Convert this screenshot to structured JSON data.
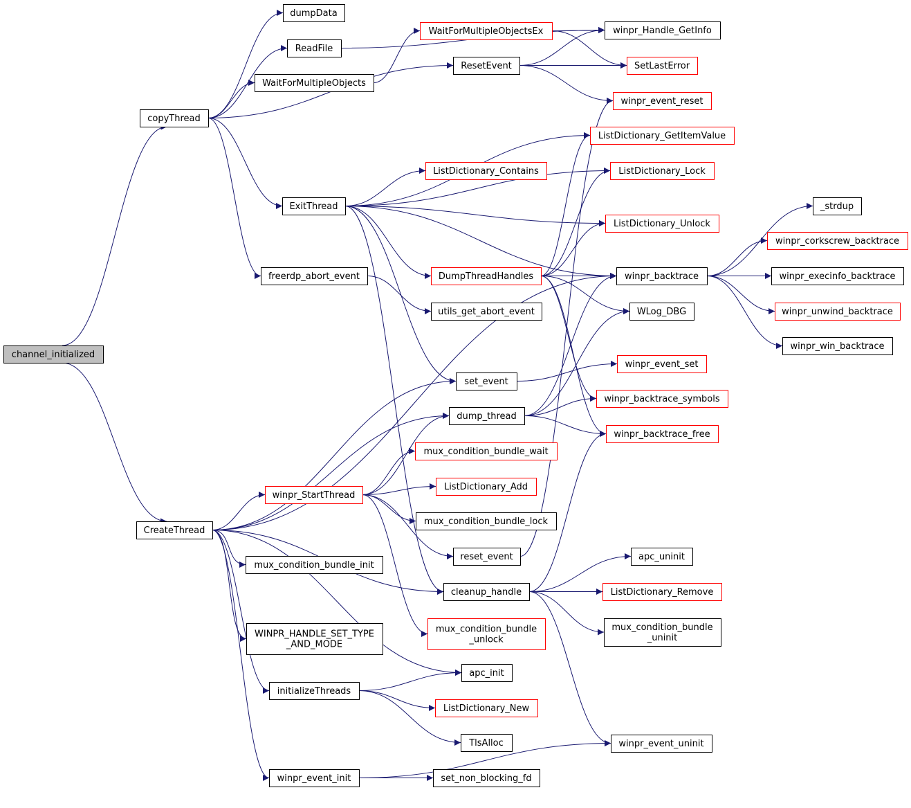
{
  "colors": {
    "edge": "#191970",
    "normal_border": "#000000",
    "truncated_border": "#ff0000",
    "root_fill": "#bfbfbf",
    "node_fill": "#ffffff"
  },
  "nodes": [
    {
      "id": "channel_initialized",
      "lines": [
        "channel_initialized"
      ],
      "kind": "root"
    },
    {
      "id": "copyThread",
      "lines": [
        "copyThread"
      ],
      "kind": "normal"
    },
    {
      "id": "CreateThread",
      "lines": [
        "CreateThread"
      ],
      "kind": "normal"
    },
    {
      "id": "dumpData",
      "lines": [
        "dumpData"
      ],
      "kind": "normal"
    },
    {
      "id": "ReadFile",
      "lines": [
        "ReadFile"
      ],
      "kind": "normal"
    },
    {
      "id": "WaitForMultipleObjects",
      "lines": [
        "WaitForMultipleObjects"
      ],
      "kind": "normal"
    },
    {
      "id": "ExitThread",
      "lines": [
        "ExitThread"
      ],
      "kind": "normal"
    },
    {
      "id": "freerdp_abort_event",
      "lines": [
        "freerdp_abort_event"
      ],
      "kind": "normal"
    },
    {
      "id": "winpr_StartThread",
      "lines": [
        "winpr_StartThread"
      ],
      "kind": "truncated"
    },
    {
      "id": "mux_condition_bundle_init",
      "lines": [
        "mux_condition_bundle_init"
      ],
      "kind": "normal"
    },
    {
      "id": "WINPR_HANDLE_SET_TYPE_AND_MODE",
      "lines": [
        "WINPR_HANDLE_SET_TYPE",
        "_AND_MODE"
      ],
      "kind": "normal"
    },
    {
      "id": "initializeThreads",
      "lines": [
        "initializeThreads"
      ],
      "kind": "normal"
    },
    {
      "id": "winpr_event_init",
      "lines": [
        "winpr_event_init"
      ],
      "kind": "normal"
    },
    {
      "id": "WaitForMultipleObjectsEx",
      "lines": [
        "WaitForMultipleObjectsEx"
      ],
      "kind": "truncated"
    },
    {
      "id": "ResetEvent",
      "lines": [
        "ResetEvent"
      ],
      "kind": "normal"
    },
    {
      "id": "ListDictionary_Contains",
      "lines": [
        "ListDictionary_Contains"
      ],
      "kind": "truncated"
    },
    {
      "id": "DumpThreadHandles",
      "lines": [
        "DumpThreadHandles"
      ],
      "kind": "truncated"
    },
    {
      "id": "utils_get_abort_event",
      "lines": [
        "utils_get_abort_event"
      ],
      "kind": "normal"
    },
    {
      "id": "set_event",
      "lines": [
        "set_event"
      ],
      "kind": "normal"
    },
    {
      "id": "dump_thread",
      "lines": [
        "dump_thread"
      ],
      "kind": "normal"
    },
    {
      "id": "mux_condition_bundle_wait",
      "lines": [
        "mux_condition_bundle_wait"
      ],
      "kind": "truncated"
    },
    {
      "id": "ListDictionary_Add",
      "lines": [
        "ListDictionary_Add"
      ],
      "kind": "truncated"
    },
    {
      "id": "mux_condition_bundle_lock",
      "lines": [
        "mux_condition_bundle_lock"
      ],
      "kind": "normal"
    },
    {
      "id": "reset_event",
      "lines": [
        "reset_event"
      ],
      "kind": "normal"
    },
    {
      "id": "cleanup_handle",
      "lines": [
        "cleanup_handle"
      ],
      "kind": "normal"
    },
    {
      "id": "mux_condition_bundle_unlock",
      "lines": [
        "mux_condition_bundle",
        "_unlock"
      ],
      "kind": "truncated"
    },
    {
      "id": "apc_init",
      "lines": [
        "apc_init"
      ],
      "kind": "normal"
    },
    {
      "id": "ListDictionary_New",
      "lines": [
        "ListDictionary_New"
      ],
      "kind": "truncated"
    },
    {
      "id": "TlsAlloc",
      "lines": [
        "TlsAlloc"
      ],
      "kind": "normal"
    },
    {
      "id": "set_non_blocking_fd",
      "lines": [
        "set_non_blocking_fd"
      ],
      "kind": "normal"
    },
    {
      "id": "winpr_Handle_GetInfo",
      "lines": [
        "winpr_Handle_GetInfo"
      ],
      "kind": "normal"
    },
    {
      "id": "SetLastError",
      "lines": [
        "SetLastError"
      ],
      "kind": "truncated"
    },
    {
      "id": "winpr_event_reset",
      "lines": [
        "winpr_event_reset"
      ],
      "kind": "truncated"
    },
    {
      "id": "ListDictionary_GetItemValue",
      "lines": [
        "ListDictionary_GetItemValue"
      ],
      "kind": "truncated"
    },
    {
      "id": "ListDictionary_Lock",
      "lines": [
        "ListDictionary_Lock"
      ],
      "kind": "truncated"
    },
    {
      "id": "ListDictionary_Unlock",
      "lines": [
        "ListDictionary_Unlock"
      ],
      "kind": "truncated"
    },
    {
      "id": "winpr_backtrace",
      "lines": [
        "winpr_backtrace"
      ],
      "kind": "normal"
    },
    {
      "id": "WLog_DBG",
      "lines": [
        "WLog_DBG"
      ],
      "kind": "normal"
    },
    {
      "id": "winpr_event_set",
      "lines": [
        "winpr_event_set"
      ],
      "kind": "truncated"
    },
    {
      "id": "winpr_backtrace_symbols",
      "lines": [
        "winpr_backtrace_symbols"
      ],
      "kind": "truncated"
    },
    {
      "id": "winpr_backtrace_free",
      "lines": [
        "winpr_backtrace_free"
      ],
      "kind": "truncated"
    },
    {
      "id": "apc_uninit",
      "lines": [
        "apc_uninit"
      ],
      "kind": "normal"
    },
    {
      "id": "ListDictionary_Remove",
      "lines": [
        "ListDictionary_Remove"
      ],
      "kind": "truncated"
    },
    {
      "id": "mux_condition_bundle_uninit",
      "lines": [
        "mux_condition_bundle",
        "_uninit"
      ],
      "kind": "normal"
    },
    {
      "id": "winpr_event_uninit",
      "lines": [
        "winpr_event_uninit"
      ],
      "kind": "normal"
    },
    {
      "id": "_strdup",
      "lines": [
        "_strdup"
      ],
      "kind": "normal"
    },
    {
      "id": "winpr_corkscrew_backtrace",
      "lines": [
        "winpr_corkscrew_backtrace"
      ],
      "kind": "truncated"
    },
    {
      "id": "winpr_execinfo_backtrace",
      "lines": [
        "winpr_execinfo_backtrace"
      ],
      "kind": "normal"
    },
    {
      "id": "winpr_unwind_backtrace",
      "lines": [
        "winpr_unwind_backtrace"
      ],
      "kind": "truncated"
    },
    {
      "id": "winpr_win_backtrace",
      "lines": [
        "winpr_win_backtrace"
      ],
      "kind": "normal"
    }
  ],
  "edges": [
    [
      "channel_initialized",
      "copyThread"
    ],
    [
      "channel_initialized",
      "CreateThread"
    ],
    [
      "copyThread",
      "dumpData"
    ],
    [
      "copyThread",
      "ReadFile"
    ],
    [
      "copyThread",
      "WaitForMultipleObjects"
    ],
    [
      "copyThread",
      "ResetEvent"
    ],
    [
      "copyThread",
      "ExitThread"
    ],
    [
      "copyThread",
      "freerdp_abort_event"
    ],
    [
      "ReadFile",
      "winpr_Handle_GetInfo"
    ],
    [
      "WaitForMultipleObjects",
      "WaitForMultipleObjectsEx"
    ],
    [
      "WaitForMultipleObjectsEx",
      "winpr_Handle_GetInfo"
    ],
    [
      "WaitForMultipleObjectsEx",
      "SetLastError"
    ],
    [
      "ResetEvent",
      "winpr_Handle_GetInfo"
    ],
    [
      "ResetEvent",
      "SetLastError"
    ],
    [
      "ResetEvent",
      "winpr_event_reset"
    ],
    [
      "ExitThread",
      "ListDictionary_GetItemValue"
    ],
    [
      "ExitThread",
      "ListDictionary_Lock"
    ],
    [
      "ExitThread",
      "ListDictionary_Contains"
    ],
    [
      "ExitThread",
      "ListDictionary_Unlock"
    ],
    [
      "ExitThread",
      "DumpThreadHandles"
    ],
    [
      "ExitThread",
      "winpr_backtrace"
    ],
    [
      "ExitThread",
      "set_event"
    ],
    [
      "ExitThread",
      "cleanup_handle"
    ],
    [
      "freerdp_abort_event",
      "utils_get_abort_event"
    ],
    [
      "DumpThreadHandles",
      "ListDictionary_GetItemValue"
    ],
    [
      "DumpThreadHandles",
      "ListDictionary_Lock"
    ],
    [
      "DumpThreadHandles",
      "ListDictionary_Unlock"
    ],
    [
      "DumpThreadHandles",
      "winpr_backtrace"
    ],
    [
      "DumpThreadHandles",
      "WLog_DBG"
    ],
    [
      "DumpThreadHandles",
      "winpr_backtrace_symbols"
    ],
    [
      "DumpThreadHandles",
      "winpr_backtrace_free"
    ],
    [
      "winpr_backtrace",
      "_strdup"
    ],
    [
      "winpr_backtrace",
      "winpr_corkscrew_backtrace"
    ],
    [
      "winpr_backtrace",
      "winpr_execinfo_backtrace"
    ],
    [
      "winpr_backtrace",
      "winpr_unwind_backtrace"
    ],
    [
      "winpr_backtrace",
      "winpr_win_backtrace"
    ],
    [
      "set_event",
      "winpr_event_set"
    ],
    [
      "dump_thread",
      "winpr_backtrace"
    ],
    [
      "dump_thread",
      "WLog_DBG"
    ],
    [
      "dump_thread",
      "winpr_backtrace_symbols"
    ],
    [
      "dump_thread",
      "winpr_backtrace_free"
    ],
    [
      "CreateThread",
      "winpr_backtrace"
    ],
    [
      "CreateThread",
      "set_event"
    ],
    [
      "CreateThread",
      "dump_thread"
    ],
    [
      "CreateThread",
      "winpr_StartThread"
    ],
    [
      "CreateThread",
      "mux_condition_bundle_init"
    ],
    [
      "CreateThread",
      "cleanup_handle"
    ],
    [
      "CreateThread",
      "WINPR_HANDLE_SET_TYPE_AND_MODE"
    ],
    [
      "CreateThread",
      "apc_init"
    ],
    [
      "CreateThread",
      "initializeThreads"
    ],
    [
      "CreateThread",
      "winpr_event_init"
    ],
    [
      "winpr_StartThread",
      "dump_thread"
    ],
    [
      "winpr_StartThread",
      "mux_condition_bundle_wait"
    ],
    [
      "winpr_StartThread",
      "ListDictionary_Add"
    ],
    [
      "winpr_StartThread",
      "mux_condition_bundle_lock"
    ],
    [
      "winpr_StartThread",
      "reset_event"
    ],
    [
      "winpr_StartThread",
      "mux_condition_bundle_unlock"
    ],
    [
      "reset_event",
      "winpr_event_reset"
    ],
    [
      "cleanup_handle",
      "apc_uninit"
    ],
    [
      "cleanup_handle",
      "ListDictionary_Remove"
    ],
    [
      "cleanup_handle",
      "mux_condition_bundle_uninit"
    ],
    [
      "cleanup_handle",
      "winpr_event_uninit"
    ],
    [
      "cleanup_handle",
      "winpr_backtrace_free"
    ],
    [
      "initializeThreads",
      "apc_init"
    ],
    [
      "initializeThreads",
      "ListDictionary_New"
    ],
    [
      "initializeThreads",
      "TlsAlloc"
    ],
    [
      "winpr_event_init",
      "set_non_blocking_fd"
    ],
    [
      "winpr_event_init",
      "winpr_event_uninit"
    ]
  ]
}
